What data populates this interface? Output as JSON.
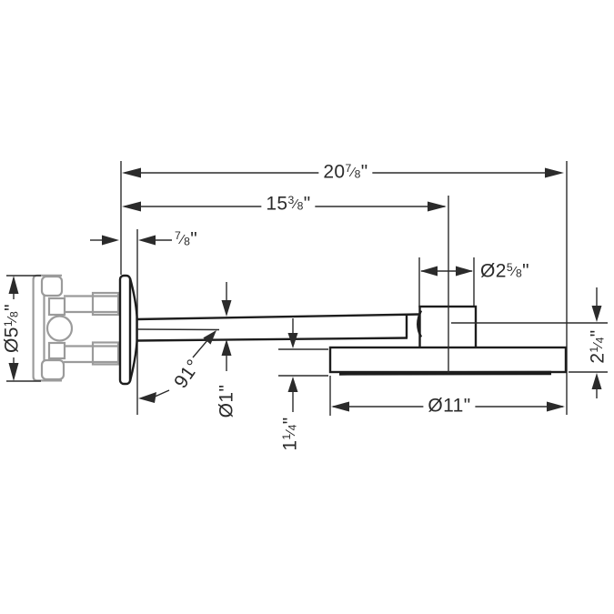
{
  "drawing": {
    "type": "technical-dimension-drawing",
    "subject": "wall-mounted-shower-arm-with-overhead-shower-side-view",
    "colors": {
      "background": "#ffffff",
      "ink": "#1d1d1d",
      "line": "#2b2b2b",
      "gray_unit": "#9b9b9b"
    },
    "dimensions": {
      "overall_width": {
        "pre": "20",
        "num": "7",
        "slash": "⁄",
        "den": "8",
        "unit": "\""
      },
      "wall_to_head_center": {
        "pre": "15",
        "num": "3",
        "slash": "⁄",
        "den": "8",
        "unit": "\""
      },
      "escutcheon_depth": {
        "pre": "",
        "num": "7",
        "slash": "⁄",
        "den": "8",
        "unit": "\""
      },
      "connector_diameter": {
        "pre": "Ø2",
        "num": "5",
        "slash": "⁄",
        "den": "8",
        "unit": "\""
      },
      "escutcheon_diameter": {
        "pre": "Ø5",
        "num": "1",
        "slash": "⁄",
        "den": "8",
        "unit": "\""
      },
      "arm_angle": {
        "pre": "91°",
        "num": "",
        "slash": "",
        "den": "",
        "unit": ""
      },
      "arm_diameter": {
        "pre": "Ø1",
        "num": "",
        "slash": "",
        "den": "",
        "unit": "\""
      },
      "head_diameter": {
        "pre": "Ø11",
        "num": "",
        "slash": "",
        "den": "",
        "unit": "\""
      },
      "head_height": {
        "pre": "1",
        "num": "1",
        "slash": "⁄",
        "den": "4",
        "unit": "\""
      },
      "head_drop": {
        "pre": "2",
        "num": "1",
        "slash": "⁄",
        "den": "4",
        "unit": "\""
      }
    }
  }
}
